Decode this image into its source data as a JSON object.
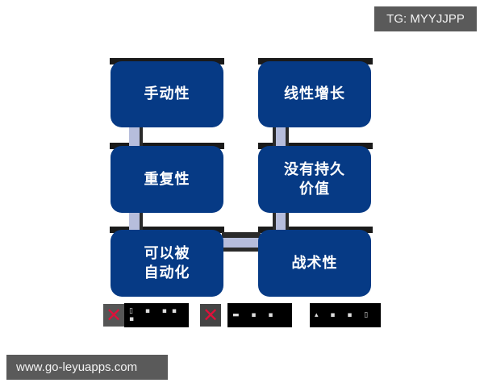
{
  "watermark_top": "TG: MYYJJPP",
  "watermark_bottom": "www.go-leyuapps.com",
  "diagram": {
    "left_column": [
      {
        "label": "手动性"
      },
      {
        "label": "重复性"
      },
      {
        "label": "可以被\n自动化"
      }
    ],
    "right_column": [
      {
        "label": "线性增长"
      },
      {
        "label": "没有持久\n价值"
      },
      {
        "label": "战术性"
      }
    ],
    "colors": {
      "box": "#063a85",
      "connector": "#b6bddc",
      "text": "#ffffff"
    }
  },
  "legend": [
    {
      "icon": "x-icon",
      "text": "▯ ▪ ▪▪ ▪"
    },
    {
      "icon": "x-icon",
      "text": "▬ ▪ ▪"
    },
    {
      "icon": "",
      "text": "▴ ▪ ▪ ▯"
    }
  ]
}
